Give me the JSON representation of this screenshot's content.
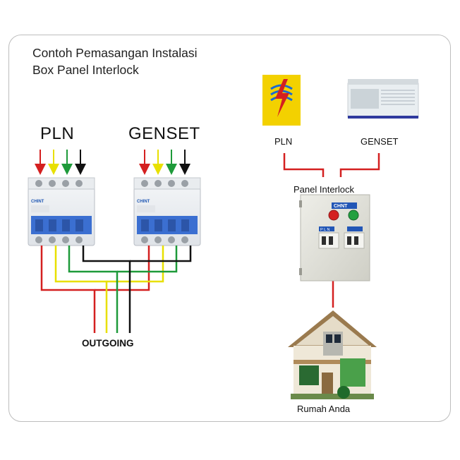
{
  "title": {
    "line1": "Contoh Pemasangan Instalasi",
    "line2": "Box Panel Interlock"
  },
  "left_diagram": {
    "source_a": "PLN",
    "source_b": "GENSET",
    "breaker_brand": "CHINT",
    "outgoing": "OUTGOING",
    "wire_colors": {
      "phase1": "#d42020",
      "phase2": "#e8e000",
      "phase3": "#1e9a3a",
      "neutral": "#111111"
    }
  },
  "right_diagram": {
    "pln_label": "PLN",
    "genset_label": "GENSET",
    "panel_label": "Panel Interlock",
    "panel_brand": "CHNT",
    "panel_tag_pln": "P L N",
    "house_label": "Rumah Anda",
    "line_color": "#d42020"
  }
}
